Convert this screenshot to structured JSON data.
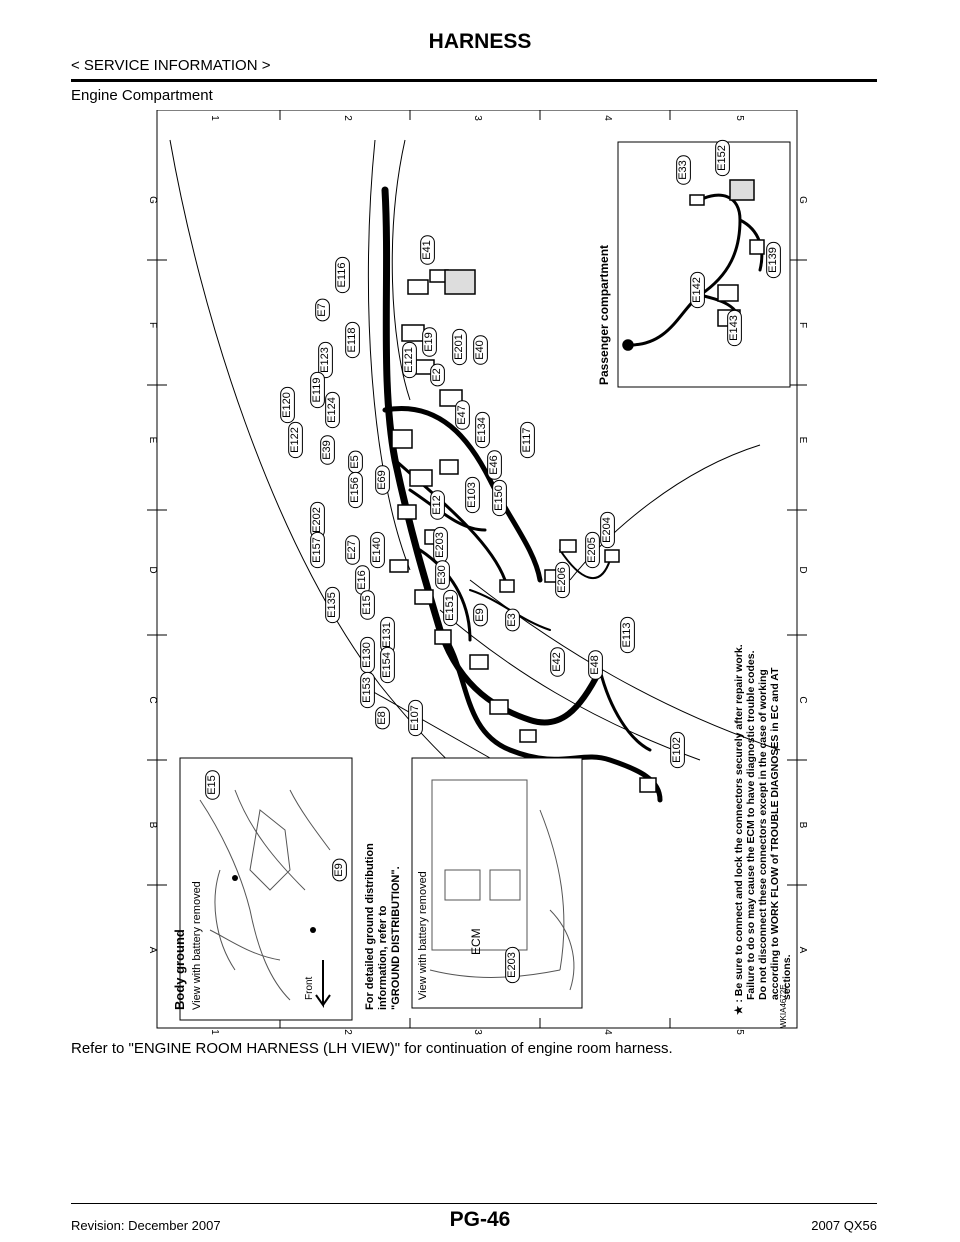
{
  "header": {
    "title": "HARNESS",
    "section": "< SERVICE INFORMATION >",
    "subsection": "Engine Compartment"
  },
  "figure": {
    "grid_numbers": [
      "1",
      "2",
      "3",
      "4",
      "5"
    ],
    "grid_letters": [
      "G",
      "F",
      "E",
      "D",
      "C",
      "B",
      "A"
    ],
    "passenger_title": "Passenger compartment",
    "passenger_connectors": [
      "E33",
      "E152",
      "E139",
      "E142",
      "E143"
    ],
    "engine_connectors": [
      "E41",
      "E116",
      "E7",
      "E118",
      "E123",
      "E119",
      "E120",
      "E124",
      "E122",
      "E121",
      "E19",
      "E201",
      "E40",
      "E2",
      "E39",
      "E5",
      "E47",
      "E134",
      "E69",
      "E46",
      "E117",
      "E156",
      "E202",
      "E12",
      "E103",
      "E150",
      "E157",
      "E27",
      "E140",
      "E203",
      "E30",
      "E16",
      "E135",
      "E15",
      "E151",
      "E9",
      "E3",
      "E131",
      "E130",
      "E154",
      "E153",
      "E8",
      "E107",
      "E206",
      "E205",
      "E204",
      "E42",
      "E48",
      "E113",
      "E102"
    ],
    "body_ground": {
      "title": "Body ground",
      "subtitle": "View with battery removed",
      "connectors": [
        "E15",
        "E9"
      ],
      "front_label": "Front"
    },
    "ground_note": [
      "For detailed ground distribution",
      "information, refer to",
      "\"GROUND DISTRIBUTION\"."
    ],
    "ecm_view": {
      "subtitle": "View with battery removed",
      "label": "ECM",
      "connector": "E203"
    },
    "star_note": [
      "★ : Be sure to connect and lock the connectors securely after repair work.",
      "Failure to do so may cause the ECM to have diagnostic trouble codes.",
      "Do not disconnect these connectors except in the case of working",
      "according to WORK FLOW of TROUBLE DIAGNOSES in EC and AT",
      "sections."
    ],
    "figure_code": "WKIA4672E"
  },
  "note": "Refer to \"ENGINE ROOM HARNESS (LH VIEW)\" for continuation of engine room harness.",
  "footer": {
    "page": "PG-46",
    "revision": "Revision: December 2007",
    "model": "2007 QX56"
  }
}
